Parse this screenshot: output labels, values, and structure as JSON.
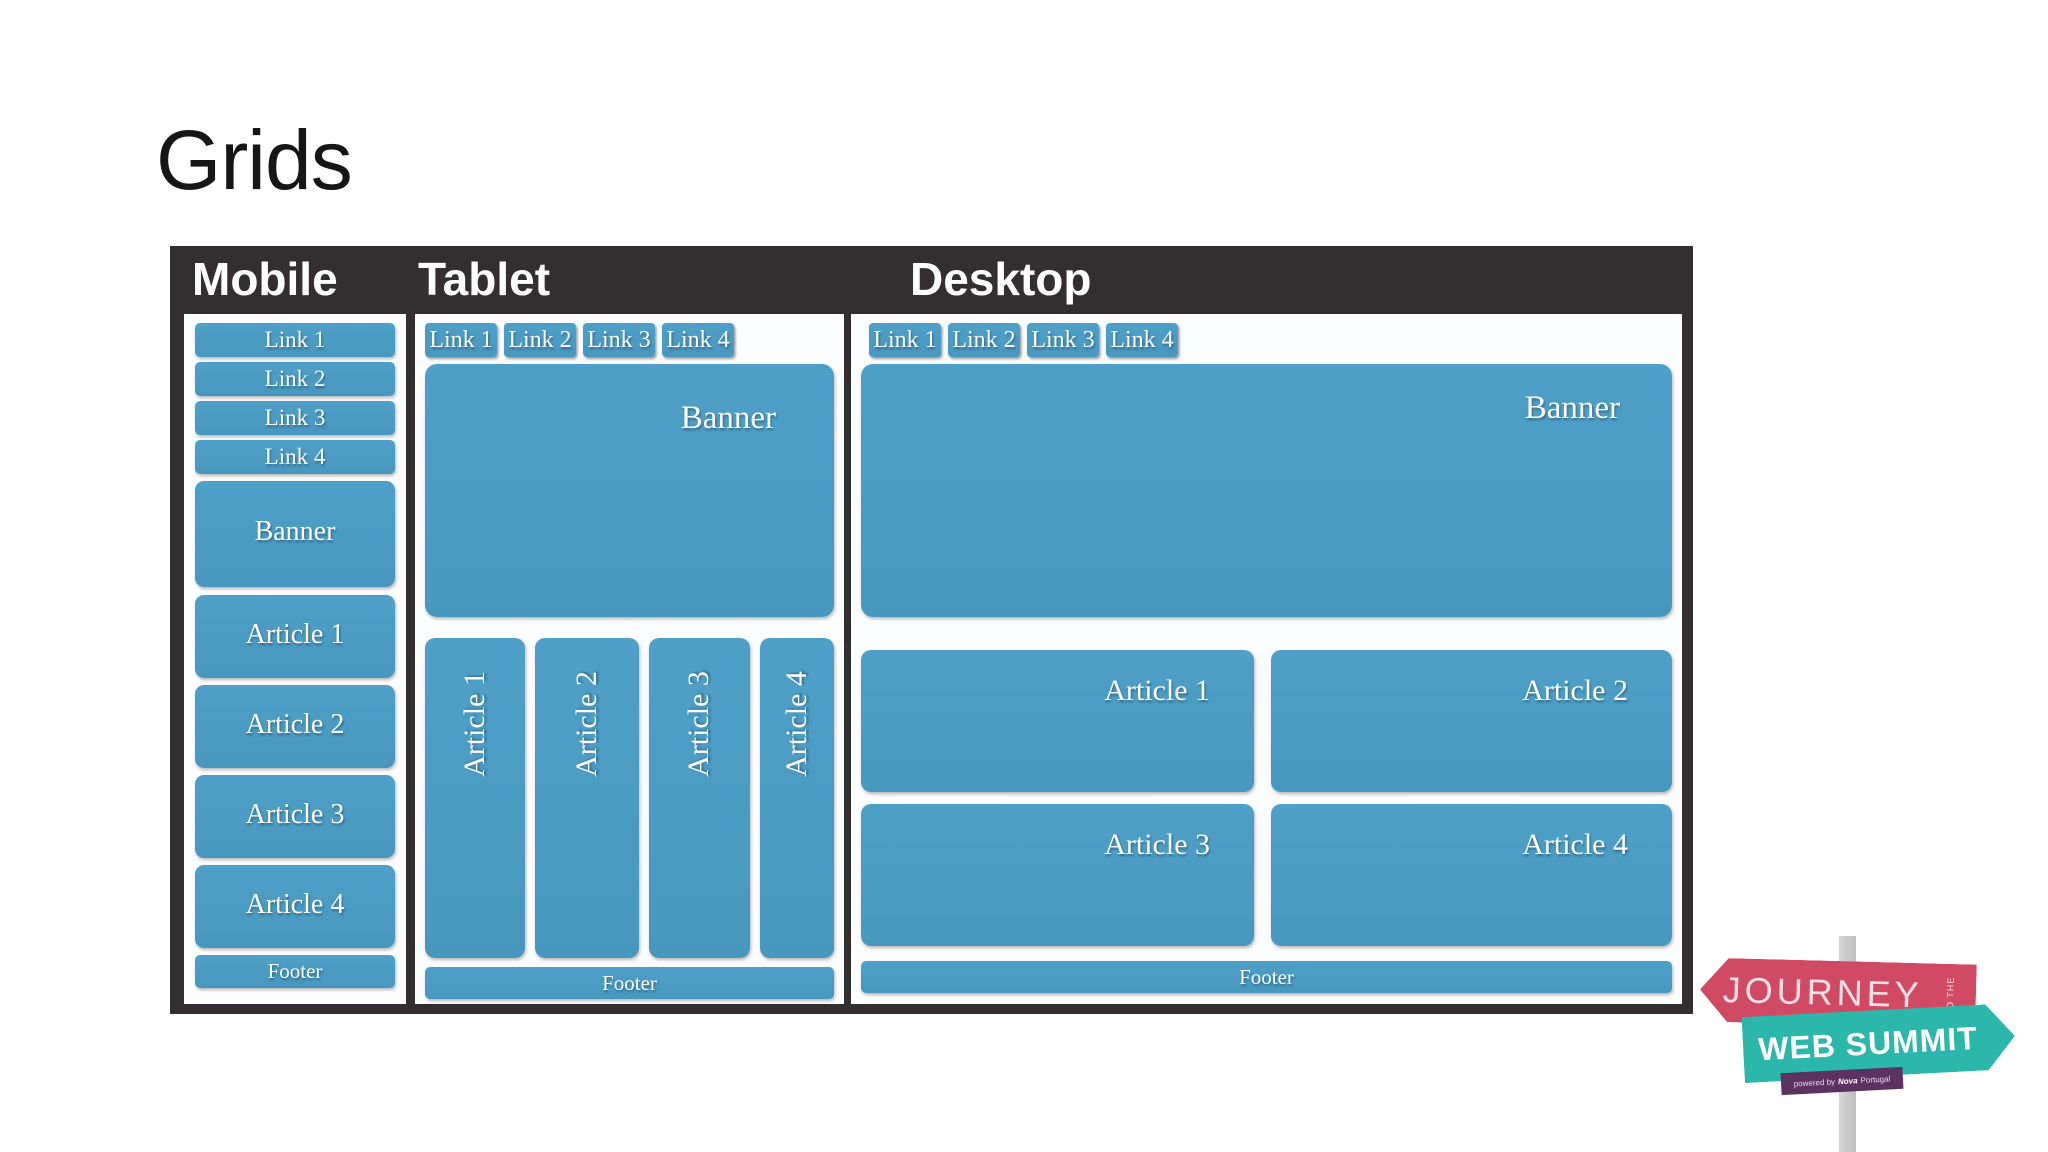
{
  "slide": {
    "title": "Grids"
  },
  "diagram": {
    "headers": {
      "mobile": "Mobile",
      "tablet": "Tablet",
      "desktop": "Desktop"
    },
    "mobile": {
      "links": [
        "Link 1",
        "Link 2",
        "Link 3",
        "Link 4"
      ],
      "banner": "Banner",
      "articles": [
        "Article 1",
        "Article 2",
        "Article 3",
        "Article 4"
      ],
      "footer": "Footer"
    },
    "tablet": {
      "links": [
        "Link 1",
        "Link 2",
        "Link 3",
        "Link 4"
      ],
      "banner": "Banner",
      "articles": [
        "Article 1",
        "Article 2",
        "Article 3",
        "Article 4"
      ],
      "footer": "Footer"
    },
    "desktop": {
      "links": [
        "Link 1",
        "Link 2",
        "Link 3",
        "Link 4"
      ],
      "banner": "Banner",
      "articles": [
        "Article 1",
        "Article 2",
        "Article 3",
        "Article 4"
      ],
      "footer": "Footer"
    }
  },
  "logo": {
    "line1": "JOURNEY",
    "line1_small": "TO THE",
    "line2": "WEB SUMMIT",
    "powered_prefix": "powered by",
    "powered_brand": "Nova",
    "powered_suffix": "Portugal"
  },
  "colors": {
    "wireframe_blue": "#4a9cc4",
    "frame_dark": "#332e2f",
    "panel_white": "#fcfdfe",
    "logo_pink": "#d14a63",
    "logo_teal": "#2cb7ab",
    "logo_purple": "#5c3261",
    "logo_pole_gray": "#c7c6c6"
  }
}
